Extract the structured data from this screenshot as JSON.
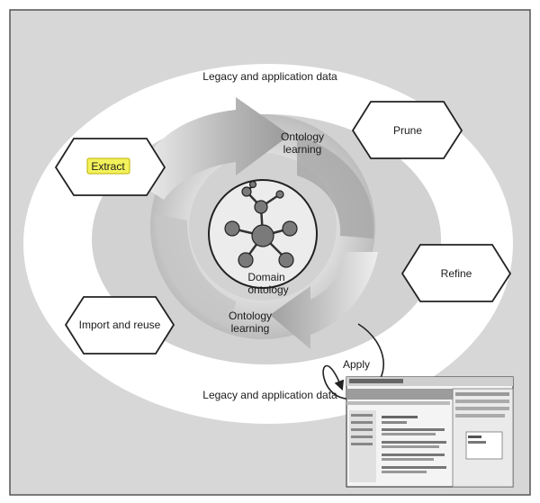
{
  "labels": {
    "legacy_top": "Legacy and application data",
    "legacy_bottom": "Legacy and application data",
    "ontology_learning_top": [
      "Ontology",
      "learning"
    ],
    "ontology_learning_bottom": [
      "Ontology",
      "learning"
    ],
    "domain_ontology": [
      "Domain",
      "ontology"
    ],
    "apply": "Apply"
  },
  "steps": {
    "extract": "Extract",
    "prune": "Prune",
    "refine": "Refine",
    "import_reuse": "Import and reuse"
  },
  "colors": {
    "background_gray": "#d6d6d6",
    "highlight": "#f3f25a",
    "node_fill": "#7a7a7a"
  }
}
